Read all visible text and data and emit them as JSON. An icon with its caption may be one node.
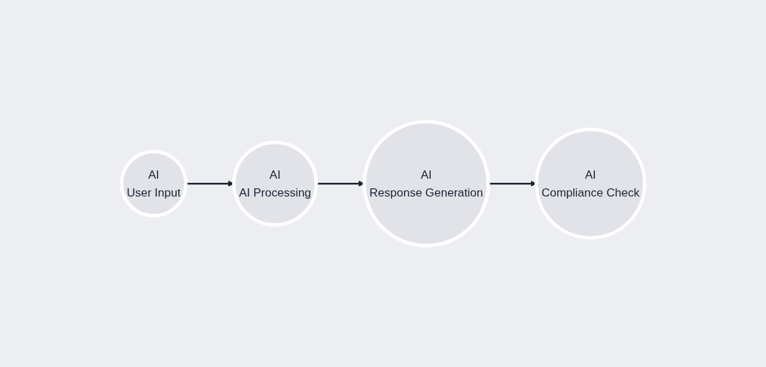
{
  "diagram": {
    "nodes": [
      {
        "text": [
          "AI",
          "User Input"
        ]
      },
      {
        "text": [
          "AI",
          "AI Processing"
        ]
      },
      {
        "text": [
          "AI",
          "Response Generation"
        ]
      },
      {
        "text": [
          "AI",
          "Compliance Check"
        ]
      }
    ],
    "edges": [
      {
        "from": 0,
        "to": 1,
        "arrow": "to"
      },
      {
        "from": 1,
        "to": 2,
        "arrow": "to"
      },
      {
        "from": 2,
        "to": 3,
        "arrow": "to"
      }
    ]
  }
}
